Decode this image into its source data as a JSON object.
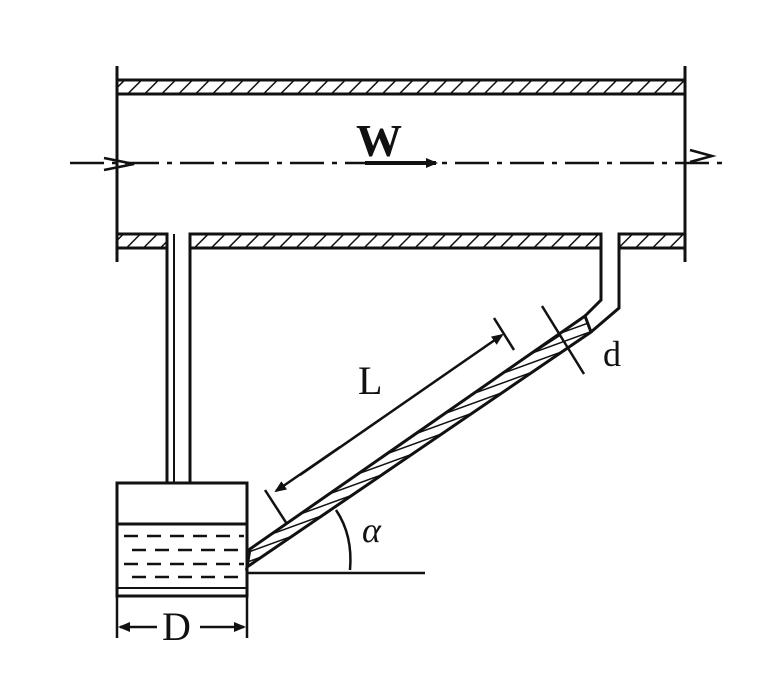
{
  "labels": {
    "flow_velocity": "W",
    "tube_length": "L",
    "tube_diameter": "d",
    "reservoir_diameter": "D",
    "tilt_angle": "α"
  },
  "colors": {
    "ink": "#111111",
    "paper": "#ffffff"
  }
}
